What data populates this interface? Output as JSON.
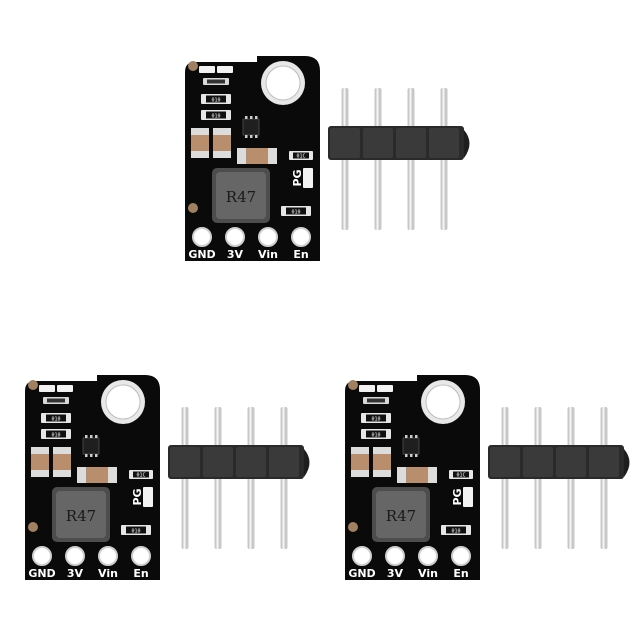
{
  "pin_labels": [
    "GND",
    "3V",
    "Vin",
    "En"
  ],
  "inductor_marking": "R47",
  "pg_label": "PG",
  "resistor_markings": [
    "010",
    "010",
    "01C",
    "010"
  ],
  "module_count": 3,
  "colors": {
    "board": "#0a0a0a",
    "silkscreen": "#ffffff",
    "pin_metal": "#c8c8c8",
    "header_plastic": "#2a2a2a"
  }
}
